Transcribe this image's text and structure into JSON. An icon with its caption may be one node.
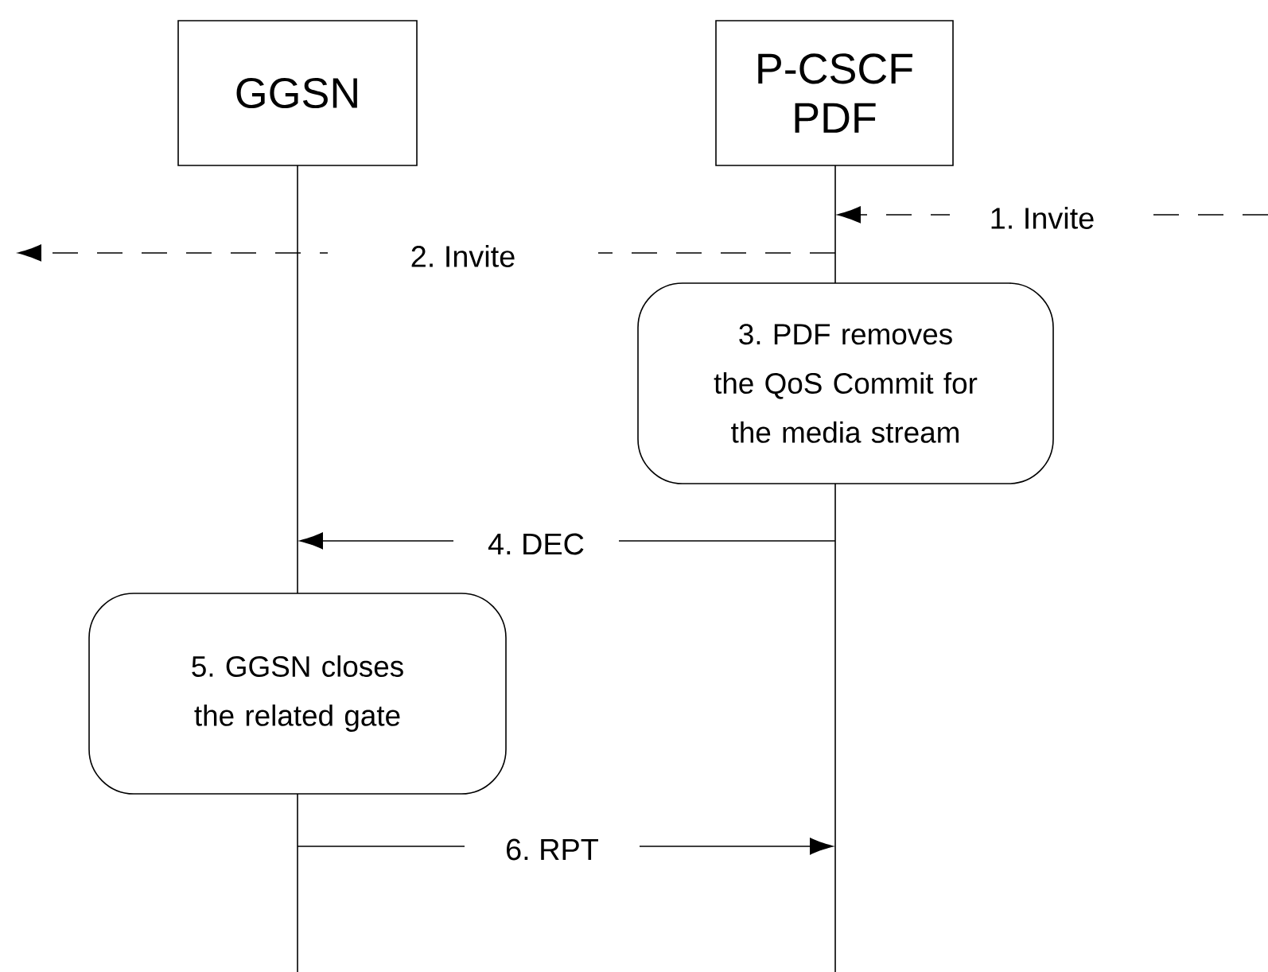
{
  "diagram": {
    "nodes": [
      {
        "text": [
          "GGSN"
        ]
      },
      {
        "text": [
          "P-CSCF PDF"
        ]
      },
      {
        "text": [
          "3. PDF removes the QoS Commit for the media stream"
        ]
      },
      {
        "text": [
          "5. GGSN closes the related gate"
        ]
      },
      {
        "text": [],
        "shape": "bar"
      },
      {
        "text": [],
        "shape": "bar"
      },
      {
        "text": [],
        "shape": "bar"
      },
      {
        "text": [],
        "shape": "bar"
      }
    ],
    "edges": [
      {
        "from": null,
        "to": 6,
        "arrow": "to",
        "label": "1. Invite",
        "style": "dashed"
      },
      {
        "from": 6,
        "to": null,
        "arrow": "to",
        "label": "2. Invite",
        "style": "dashed"
      },
      {
        "from": 7,
        "to": 4,
        "arrow": "to",
        "label": "4. DEC"
      },
      {
        "from": 5,
        "to": 7,
        "arrow": "to",
        "label": "6. RPT"
      }
    ]
  }
}
